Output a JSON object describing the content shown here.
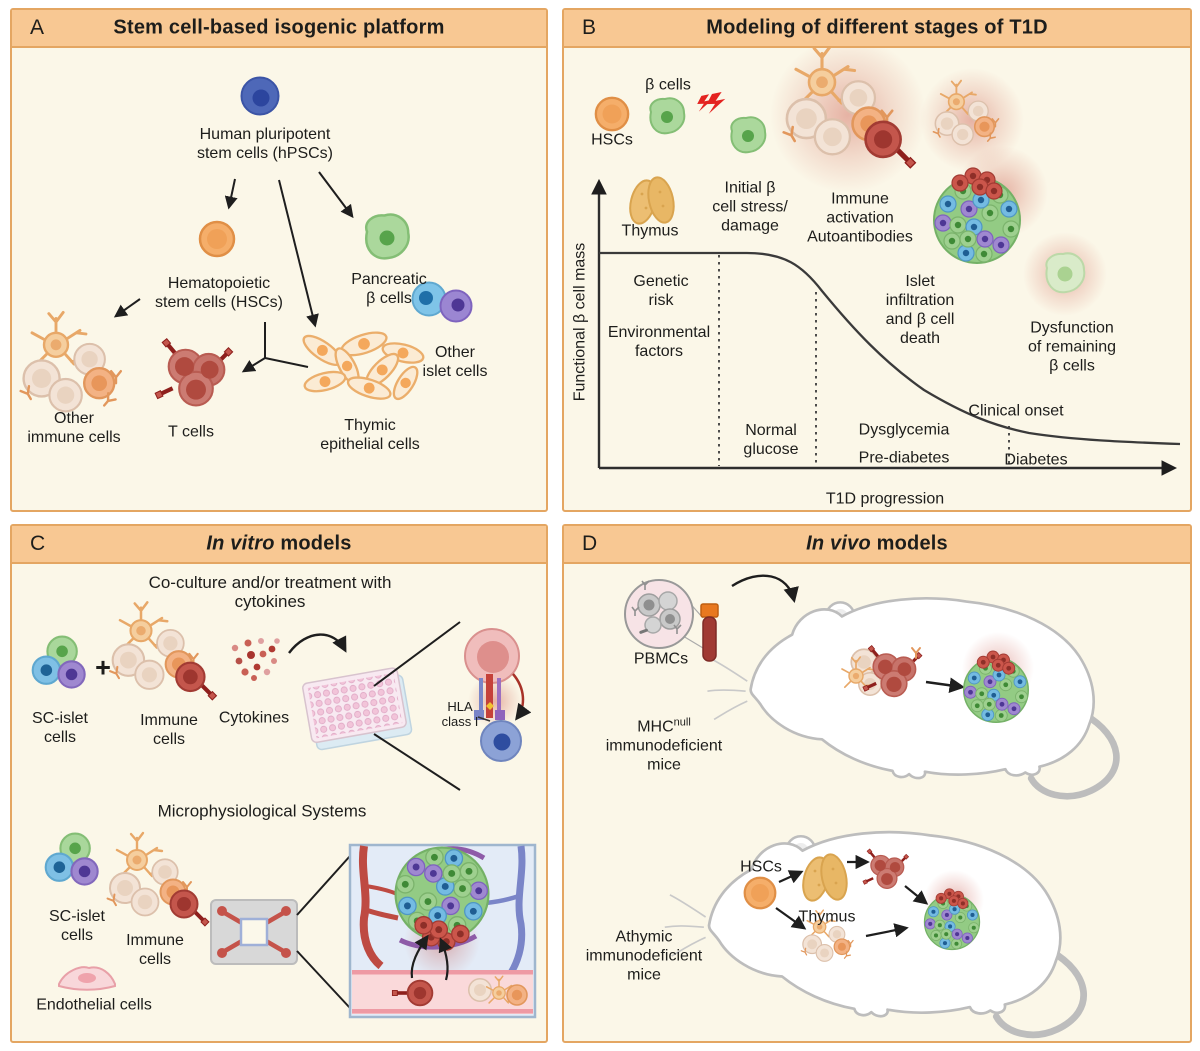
{
  "colors": {
    "header_bg": "#F8C893",
    "panel_border": "#E4A662",
    "panel_bg": "#FBF7E8",
    "text": "#1D1D1B",
    "red_cell": "#C4564C",
    "green_cell": "#9ED08F",
    "blue_cell": "#74BBE2",
    "purple_cell": "#9F88D0",
    "orange_cell": "#F5AE6A"
  },
  "panels": {
    "a": {
      "letter": "A",
      "title": "Stem cell-based isogenic platform",
      "labels": {
        "hpsc": "Human pluripotent\nstem cells (hPSCs)",
        "hsc": "Hematopoietic\nstem cells (HSCs)",
        "pancreatic": "Pancreatic\nβ cells",
        "other_islet": "Other\nislet cells",
        "other_immune": "Other\nimmune cells",
        "t_cells": "T cells",
        "thymic": "Thymic\nepithelial cells"
      }
    },
    "b": {
      "letter": "B",
      "title": "Modeling of different stages of T1D",
      "labels": {
        "hscs": "HSCs",
        "beta_cells": "β cells",
        "thymus": "Thymus",
        "initial_stress": "Initial β\ncell stress/\ndamage",
        "immune_activation": "Immune\nactivation\nAutoantibodies",
        "islet_infiltration": "Islet\ninfiltration\nand β cell\ndeath",
        "dysfunction": "Dysfunction\nof remaining\nβ cells",
        "genetic_risk": "Genetic\nrisk",
        "environmental": "Environmental\nfactors",
        "normal_glucose": "Normal\nglucose",
        "dysglycemia": "Dysglycemia",
        "pre_diabetes": "Pre-diabetes",
        "clinical_onset": "Clinical onset",
        "diabetes": "Diabetes",
        "y_axis": "Functional β cell mass",
        "x_axis": "T1D progression"
      }
    },
    "c": {
      "letter": "C",
      "title_italic": "In vitro",
      "title_rest": " models",
      "labels": {
        "co_culture": "Co-culture and/or treatment with cytokines",
        "sc_islet_1": "SC-islet\ncells",
        "plus": "+",
        "immune_1": "Immune\ncells",
        "cytokines": "Cytokines",
        "hla": "HLA\nclass I",
        "mps": "Microphysiological Systems",
        "sc_islet_2": "SC-islet\ncells",
        "immune_2": "Immune\ncells",
        "endothelial": "Endothelial cells"
      }
    },
    "d": {
      "letter": "D",
      "title_italic": "In vivo",
      "title_rest": " models",
      "labels": {
        "pbmcs": "PBMCs",
        "mouse1_prefix": "MHC",
        "mouse1_sup": "null",
        "mouse1_rest": "immunodeficient\nmice",
        "mouse2": "Athymic\nimmunodeficient\nmice",
        "hscs": "HSCs",
        "thymus": "Thymus"
      }
    }
  }
}
